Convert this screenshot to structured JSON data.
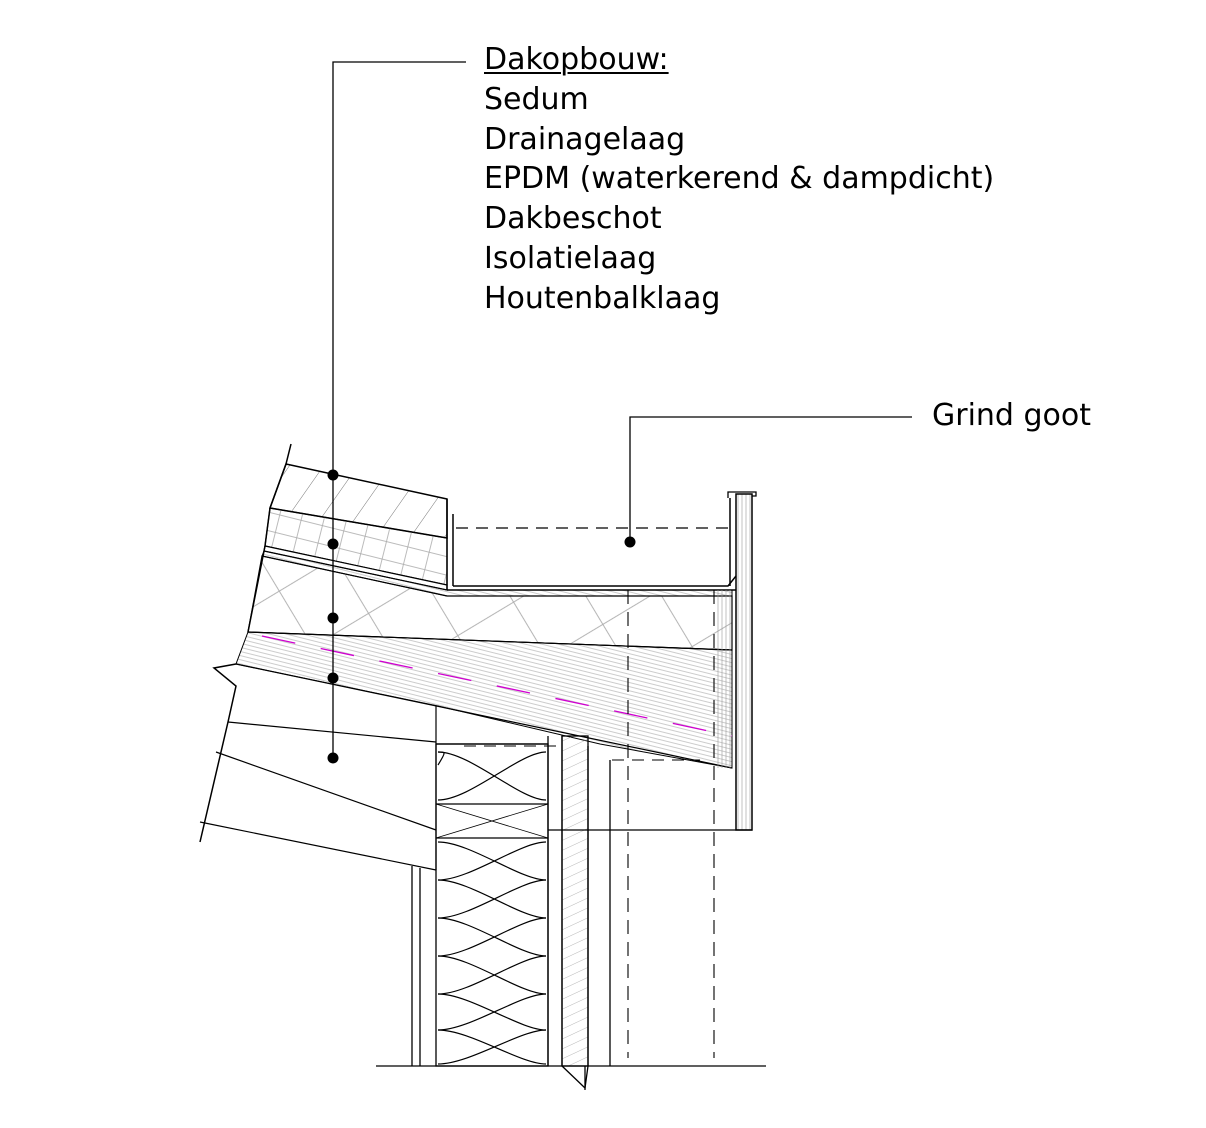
{
  "roof_buildup": {
    "heading": "Dakopbouw:",
    "layers": [
      "Sedum",
      "Drainagelaag",
      "EPDM (waterkerend & dampdicht)",
      "Dakbeschot",
      "Isolatielaag",
      "Houtenbalklaag"
    ]
  },
  "gutter": {
    "label": "Grind goot"
  },
  "colors": {
    "line": "#000000",
    "hatch": "#8a8a8a",
    "vapour_barrier": "#d000d0"
  }
}
